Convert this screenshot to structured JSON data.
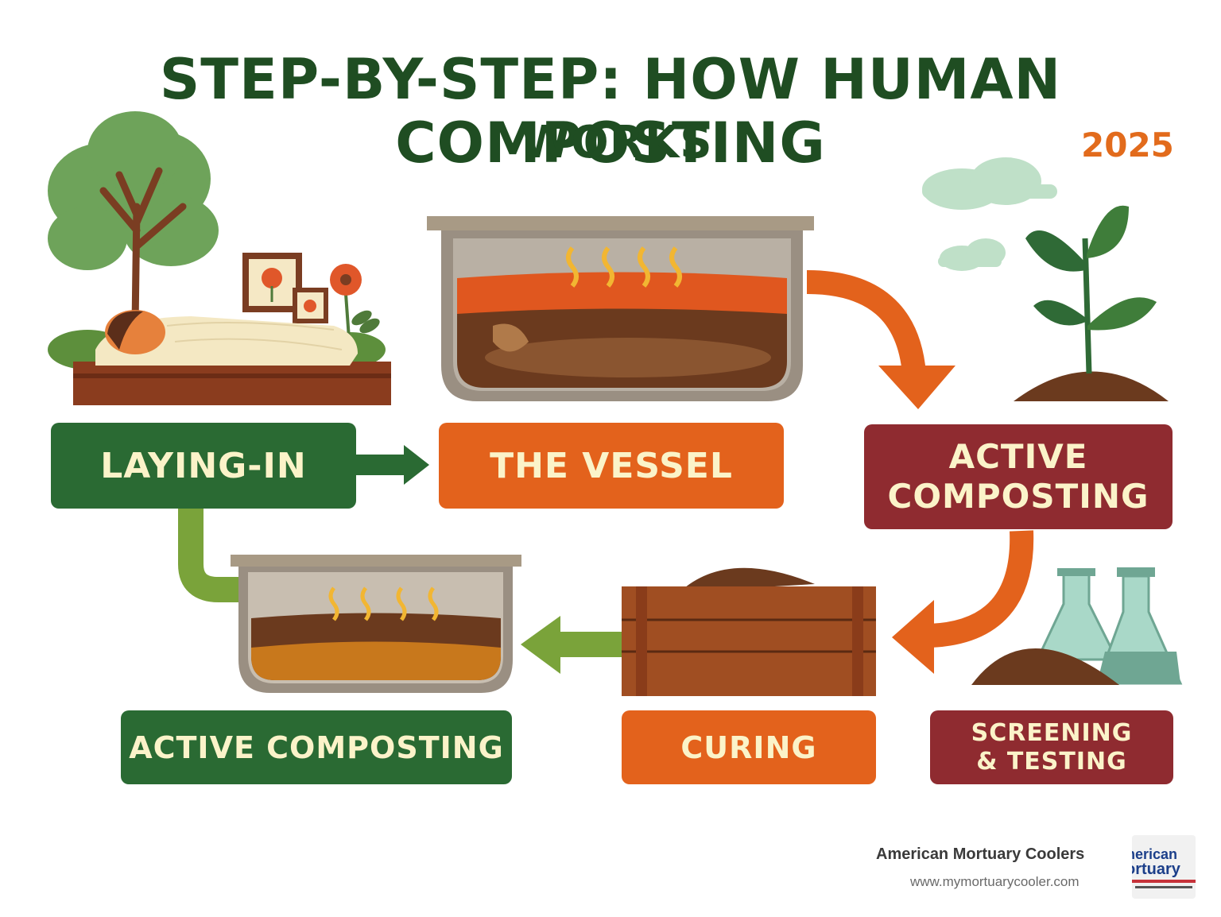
{
  "title": {
    "line1": "STEP-BY-STEP: HOW HUMAN COMPOSTING",
    "line2": "WORKS",
    "year": "2025"
  },
  "steps": [
    {
      "id": "laying-in",
      "label": "LAYING-IN",
      "color": "#2a6a33"
    },
    {
      "id": "vessel",
      "label": "THE VESSEL",
      "color": "#e3621c"
    },
    {
      "id": "active-composting-1",
      "label": "ACTIVE\nCOMPOSTING",
      "color": "#8f2b30"
    },
    {
      "id": "screening-testing",
      "label": "SCREENING\n& TESTING",
      "color": "#8f2b30"
    },
    {
      "id": "curing",
      "label": "CURING",
      "color": "#e3621c"
    },
    {
      "id": "active-composting-2",
      "label": "ACTIVE COMPOSTING",
      "color": "#2a6a33"
    }
  ],
  "footer": {
    "brand": "American Mortuary Coolers",
    "url": "www.mymortuarycooler.com"
  },
  "colors": {
    "dark_green": "#1f4d22",
    "green": "#2a6a33",
    "light_green": "#7aa33a",
    "orange": "#e3621c",
    "maroon": "#8f2b30",
    "cream": "#fbf3c9",
    "soil": "#6b3a1e"
  },
  "icons": [
    "tree-icon",
    "body-on-bed-icon",
    "flower-icon",
    "vessel-icon",
    "plant-icon",
    "flask-icon",
    "soil-pile-icon",
    "crate-icon",
    "cloud-icon"
  ]
}
